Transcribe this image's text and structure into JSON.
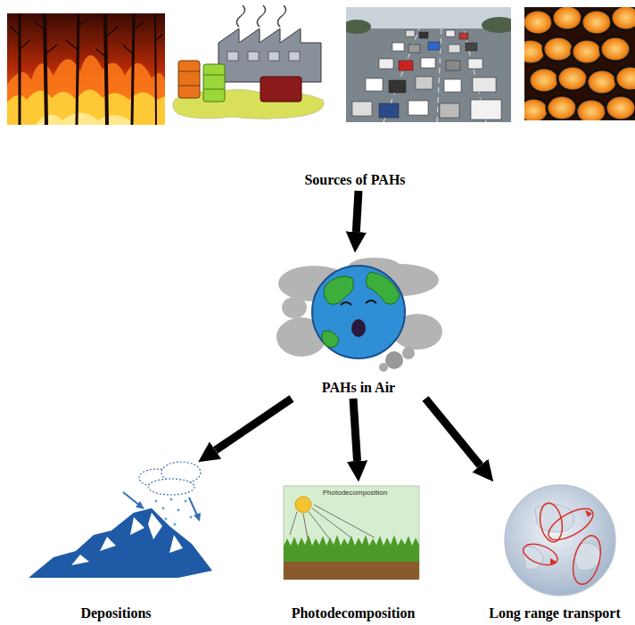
{
  "diagram": {
    "nodes": [
      {
        "text": [
          "Sources of PAHs"
        ]
      },
      {
        "text": [
          "PAHs in Air"
        ]
      },
      {
        "text": [
          "Depositions"
        ]
      },
      {
        "text": [
          "Photodecomposition"
        ]
      },
      {
        "text": [
          "Long range transport"
        ]
      }
    ],
    "edges": [
      {
        "from": 0,
        "to": 1,
        "arrow": "to"
      },
      {
        "from": 1,
        "to": 2,
        "arrow": "to"
      },
      {
        "from": 1,
        "to": 3,
        "arrow": "to"
      },
      {
        "from": 1,
        "to": 4,
        "arrow": "to"
      }
    ],
    "labels": [
      "Photodecomposition"
    ]
  }
}
